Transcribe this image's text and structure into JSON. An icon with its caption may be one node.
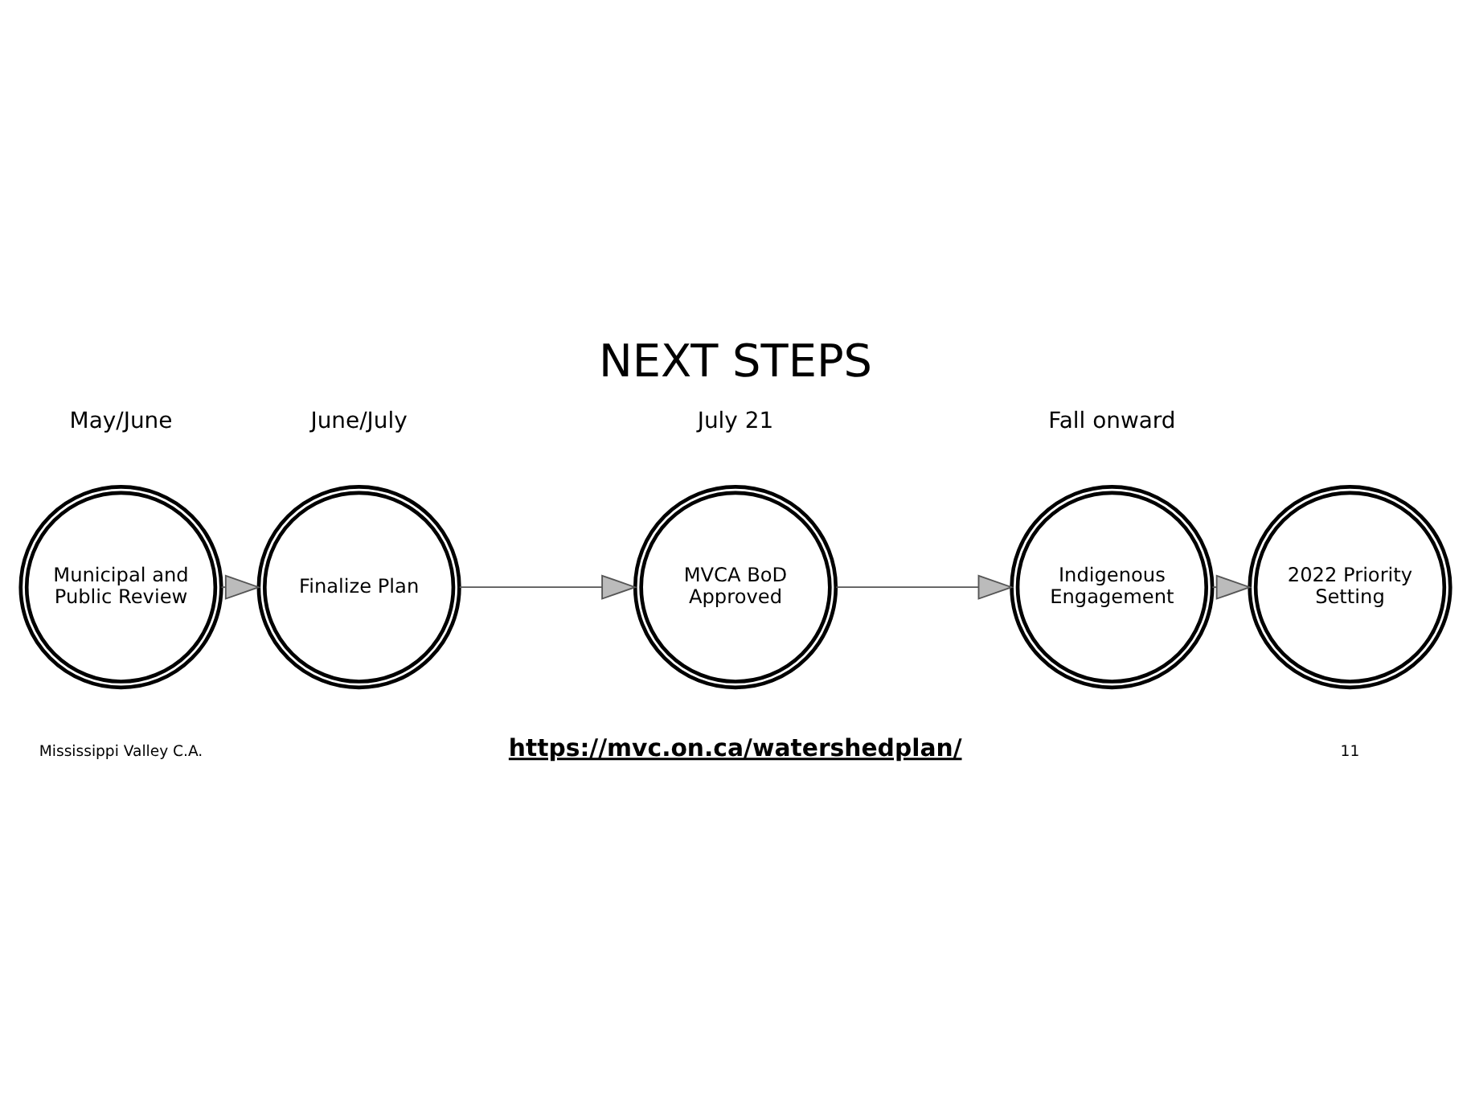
{
  "diagram": {
    "title": "NEXT STEPS",
    "nodes": [
      {
        "text": [
          "Municipal and Public Review"
        ],
        "beside": [
          "May/June"
        ]
      },
      {
        "text": [
          "Finalize Plan"
        ],
        "beside": [
          "June/July"
        ]
      },
      {
        "text": [
          "MVCA BoD Approved"
        ],
        "beside": [
          "July 21"
        ]
      },
      {
        "text": [
          "Indigenous Engagement"
        ],
        "beside": [
          "Fall onward"
        ]
      },
      {
        "text": [
          "2022 Priority Setting"
        ]
      }
    ],
    "edges": [
      {
        "from": 0,
        "to": 1,
        "arrow": "to"
      },
      {
        "from": 1,
        "to": 2,
        "arrow": "to"
      },
      {
        "from": 2,
        "to": 3,
        "arrow": "to"
      },
      {
        "from": 3,
        "to": 4,
        "arrow": "to"
      }
    ],
    "labels": [
      "https://mvc.on.ca/watershedplan/",
      "Mississippi Valley C.A.",
      "11"
    ]
  }
}
